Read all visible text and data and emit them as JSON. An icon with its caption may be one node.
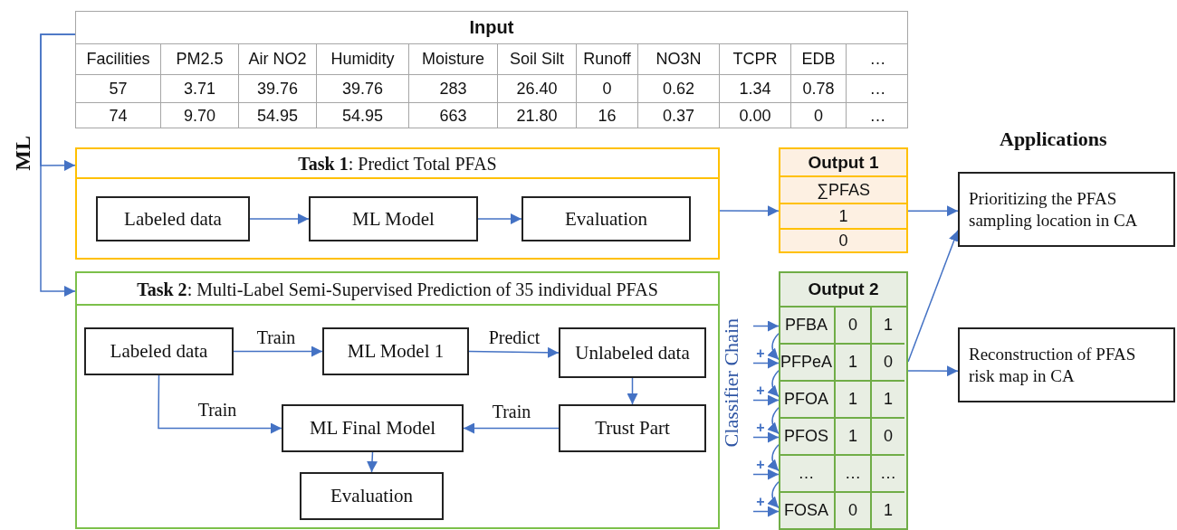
{
  "diagram": {
    "nodes": [
      {
        "text": [
          "Input"
        ]
      },
      {
        "text": [
          "**Task 1**: Predict Total PFAS"
        ]
      },
      {
        "text": [
          "Labeled data"
        ],
        "in": 1
      },
      {
        "text": [
          "ML Model"
        ],
        "in": 1
      },
      {
        "text": [
          "Evaluation"
        ],
        "in": 1
      },
      {
        "text": [
          "Output 1",
          "∑PFAS",
          "1",
          "0"
        ]
      },
      {
        "text": [
          "**Task 2**: Multi-Label Semi-Supervised Prediction of 35 individual PFAS"
        ]
      },
      {
        "text": [
          "Labeled data"
        ],
        "in": 6
      },
      {
        "text": [
          "ML Model 1"
        ],
        "in": 6
      },
      {
        "text": [
          "Unlabeled data"
        ],
        "in": 6
      },
      {
        "text": [
          "Trust Part"
        ],
        "in": 6
      },
      {
        "text": [
          "ML Final Model"
        ],
        "in": 6
      },
      {
        "text": [
          "Evaluation"
        ],
        "in": 6
      },
      {
        "text": [
          "Output 2"
        ]
      },
      {
        "text": [
          "PFBA",
          "0",
          "1"
        ],
        "in": 13
      },
      {
        "text": [
          "PFPeA",
          "1",
          "0"
        ],
        "in": 13
      },
      {
        "text": [
          "PFOA",
          "1",
          "1"
        ],
        "in": 13
      },
      {
        "text": [
          "PFOS",
          "1",
          "0"
        ],
        "in": 13
      },
      {
        "text": [
          "…",
          "…",
          "…"
        ],
        "in": 13
      },
      {
        "text": [
          "FOSA",
          "0",
          "1"
        ],
        "in": 13
      },
      {
        "text": [
          "Prioritizing the PFAS sampling location in CA"
        ]
      },
      {
        "text": [
          "Reconstruction of PFAS risk map in CA"
        ]
      }
    ],
    "edges": [
      {
        "from": 0,
        "to": 1,
        "arrow": "to"
      },
      {
        "from": 0,
        "to": 6,
        "arrow": "to"
      },
      {
        "from": 2,
        "to": 3,
        "arrow": "to"
      },
      {
        "from": 3,
        "to": 4,
        "arrow": "to"
      },
      {
        "from": 1,
        "to": 5,
        "arrow": "to"
      },
      {
        "from": 5,
        "to": 20,
        "arrow": "to"
      },
      {
        "from": 13,
        "to": 20,
        "arrow": "to"
      },
      {
        "from": 13,
        "to": 21,
        "arrow": "to"
      },
      {
        "from": 7,
        "to": 8,
        "arrow": "to",
        "label": "Train"
      },
      {
        "from": 8,
        "to": 9,
        "arrow": "to",
        "label": "Predict"
      },
      {
        "from": 9,
        "to": 10,
        "arrow": "to"
      },
      {
        "from": 10,
        "to": 11,
        "arrow": "to",
        "label": "Train"
      },
      {
        "from": 7,
        "to": 11,
        "arrow": "to",
        "label": "Train"
      },
      {
        "from": 11,
        "to": 12,
        "arrow": "to"
      },
      {
        "from": null,
        "to": 14,
        "arrow": "to"
      },
      {
        "from": null,
        "to": 15,
        "arrow": "to",
        "label": "+"
      },
      {
        "from": null,
        "to": 16,
        "arrow": "to",
        "label": "+"
      },
      {
        "from": null,
        "to": 17,
        "arrow": "to",
        "label": "+"
      },
      {
        "from": null,
        "to": 18,
        "arrow": "to",
        "label": "+"
      },
      {
        "from": null,
        "to": 19,
        "arrow": "to",
        "label": "+"
      },
      {
        "from": 14,
        "to": 15,
        "arrow": "to"
      },
      {
        "from": 15,
        "to": 16,
        "arrow": "to"
      },
      {
        "from": 16,
        "to": 17,
        "arrow": "to"
      },
      {
        "from": 17,
        "to": 18,
        "arrow": "to"
      },
      {
        "from": 18,
        "to": 19,
        "arrow": "to"
      }
    ],
    "labels": [
      "Facilities",
      "PM2.5",
      "Air NO2",
      "Humidity",
      "Moisture",
      "Soil Silt",
      "Runoff",
      "NO3N",
      "TCPR",
      "EDB",
      "…",
      "57",
      "3.71",
      "39.76",
      "39.76",
      "283",
      "26.40",
      "0",
      "0.62",
      "1.34",
      "0.78",
      "…",
      "74",
      "9.70",
      "54.95",
      "54.95",
      "663",
      "21.80",
      "16",
      "0.37",
      "0.00",
      "0",
      "…",
      "ML",
      "Applications",
      "Classifier Chain"
    ]
  }
}
